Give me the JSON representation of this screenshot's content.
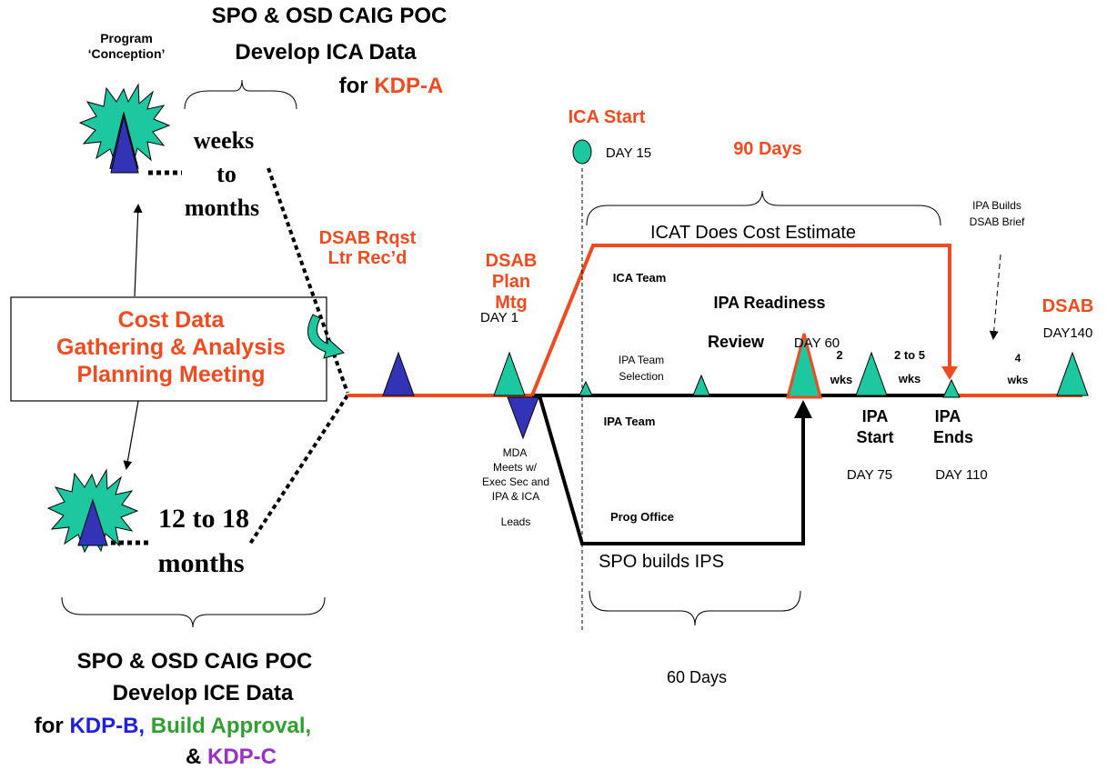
{
  "colors": {
    "red": "#f04a1e",
    "black": "#000000",
    "teal": "#1dc8a0",
    "navy": "#3333b8",
    "blue": "#1f1fdc",
    "green": "#2ea02e",
    "purple": "#9b2ec8"
  },
  "top_left": {
    "program_line1": "Program",
    "program_line2": "‘Conception’",
    "header_line1": "SPO & OSD CAIG POC",
    "header_line2": "Develop ICA Data",
    "header_line3_prefix": "for ",
    "header_line3_kdp": "KDP-A",
    "duration_line1": "weeks",
    "duration_line2": "to",
    "duration_line3": "months"
  },
  "cost_box": {
    "line1": "Cost Data",
    "line2": "Gathering & Analysis",
    "line3": "Planning Meeting"
  },
  "bottom_left": {
    "duration_line1": "12 to 18",
    "duration_line2": "months",
    "footer_line1": "SPO & OSD CAIG POC",
    "footer_line2": "Develop ICE Data",
    "footer_line3_for": "for ",
    "footer_line3_kdpb": "KDP-B,",
    "footer_line3_build": " Build Approval,",
    "footer_line4_amp": "& ",
    "footer_line4_kdpc": "KDP-C"
  },
  "timeline": {
    "dsab_rqst_line1": "DSAB Rqst",
    "dsab_rqst_line2": "Ltr Rec’d",
    "dsab_plan_line1": "DSAB",
    "dsab_plan_line2": "Plan",
    "dsab_plan_line3": "Mtg",
    "day1": "DAY 1",
    "mda_line1": "MDA",
    "mda_line2": "Meets w/",
    "mda_line3": "Exec Sec and",
    "mda_line4": "IPA & ICA",
    "mda_line5": "Leads",
    "ica_start": "ICA Start",
    "day15": "DAY 15",
    "ninety_days": "90 Days",
    "icat": "ICAT Does Cost Estimate",
    "ica_team": "ICA Team",
    "ipa_readiness_line1": "IPA Readiness",
    "ipa_readiness_line2": "Review",
    "ipa_team_sel_line1": "IPA Team",
    "ipa_team_sel_line2": "Selection",
    "ipa_team": "IPA Team",
    "prog_office": "Prog Office",
    "spo_builds": "SPO builds IPS",
    "sixty_days": "60 Days",
    "day60": "DAY 60",
    "two_wks_line1": "2",
    "two_wks_line2": "wks",
    "ipa_start_line1": "IPA",
    "ipa_start_line2": "Start",
    "day75": "DAY 75",
    "two_to_five_line1": "2 to 5",
    "two_to_five_line2": "wks",
    "ipa_builds_line1": "IPA Builds",
    "ipa_builds_line2": "DSAB Brief",
    "ipa_ends_line1": "IPA",
    "ipa_ends_line2": "Ends",
    "day110": "DAY 110",
    "four_wks_line1": "4",
    "four_wks_line2": "wks",
    "dsab": "DSAB",
    "day140": "DAY140"
  }
}
